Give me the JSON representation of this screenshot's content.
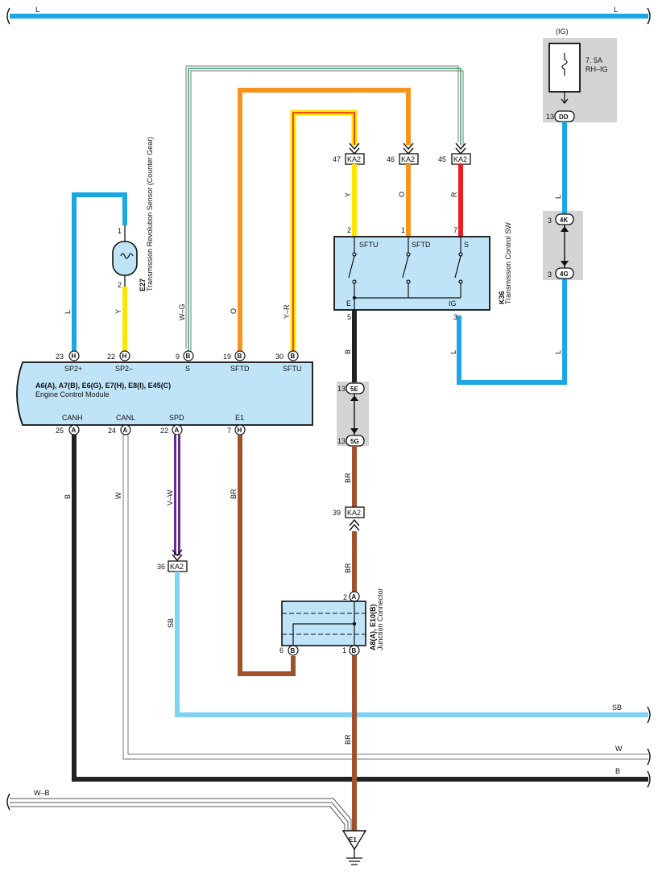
{
  "colors": {
    "L": "#1aa7e3",
    "Y": "#ffe600",
    "O": "#f7941d",
    "R": "#ed1c24",
    "B": "#222222",
    "BR": "#a0522d",
    "G": "#009245",
    "SB": "#7fd3f5",
    "V": "#662d91",
    "box_fill": "#bfe3f7",
    "shade": "#d4d4d4"
  },
  "wire_labels": {
    "top_left": "L",
    "top_right": "L",
    "sp_plus": "L",
    "sp_minus": "Y",
    "s": "W–G",
    "sftd": "O",
    "sftu": "Y–R",
    "ka2_47": "Y",
    "ka2_46": "O",
    "ka2_45": "R",
    "k36_e": "B",
    "k36_ig": "L",
    "ig_feed": "L",
    "ig_return": "L",
    "canh": "B",
    "canl": "W",
    "spd": "V–W",
    "e1": "BR",
    "spd_out": "SB",
    "br_5g": "BR",
    "br_ka2": "BR",
    "br_ground": "BR",
    "right_sb": "SB",
    "right_w": "W",
    "right_b": "B",
    "left_wb": "W–B"
  },
  "ecm": {
    "title": "A6(A), A7(B), E6(G), E7(H), E8(I), E45(C)",
    "subtitle": "Engine Control Module",
    "top_pins": [
      {
        "num": "23",
        "conn": "H",
        "label": "SP2+"
      },
      {
        "num": "22",
        "conn": "H",
        "label": "SP2–"
      },
      {
        "num": "9",
        "conn": "B",
        "label": "S"
      },
      {
        "num": "19",
        "conn": "B",
        "label": "SFTD"
      },
      {
        "num": "30",
        "conn": "B",
        "label": "SFTU"
      }
    ],
    "bottom_pins": [
      {
        "num": "25",
        "conn": "A",
        "label": "CANH"
      },
      {
        "num": "24",
        "conn": "A",
        "label": "CANL"
      },
      {
        "num": "22",
        "conn": "A",
        "label": "SPD"
      },
      {
        "num": "7",
        "conn": "H",
        "label": "E1"
      }
    ]
  },
  "sensor": {
    "code": "E27",
    "name": "Transmission Revolution Sensor (Counter Gear)",
    "pin1": "1",
    "pin2": "2"
  },
  "k36": {
    "code": "K36",
    "name": "Transmission Control SW",
    "labels": [
      "SFTU",
      "SFTD",
      "S",
      "E",
      "IG"
    ],
    "pins_top": [
      "2",
      "1",
      "7"
    ],
    "pin_e": "5",
    "pin_ig": "3"
  },
  "ka2": {
    "name": "KA2",
    "pins": {
      "p47": "47",
      "p46": "46",
      "p45": "45",
      "p36": "36",
      "p39": "39"
    }
  },
  "fuse": {
    "group": "(IG)",
    "rating": "7. 5A",
    "name": "RH–IG",
    "pin": "13",
    "conn": "DD"
  },
  "j4": {
    "pin_k": "3",
    "conn_k": "4K",
    "pin_g": "3",
    "conn_g": "4G"
  },
  "j5": {
    "pin_e": "13",
    "conn_e": "5E",
    "pin_g": "13",
    "conn_g": "5G"
  },
  "junction": {
    "title": "A8(A), E10(B)",
    "name": "Junction Connector",
    "pin_a": "2",
    "conn_a": "A",
    "pin_b6": "6",
    "conn_b6": "B",
    "pin_b1": "1",
    "conn_b1": "B"
  },
  "ground": {
    "name": "E1"
  }
}
